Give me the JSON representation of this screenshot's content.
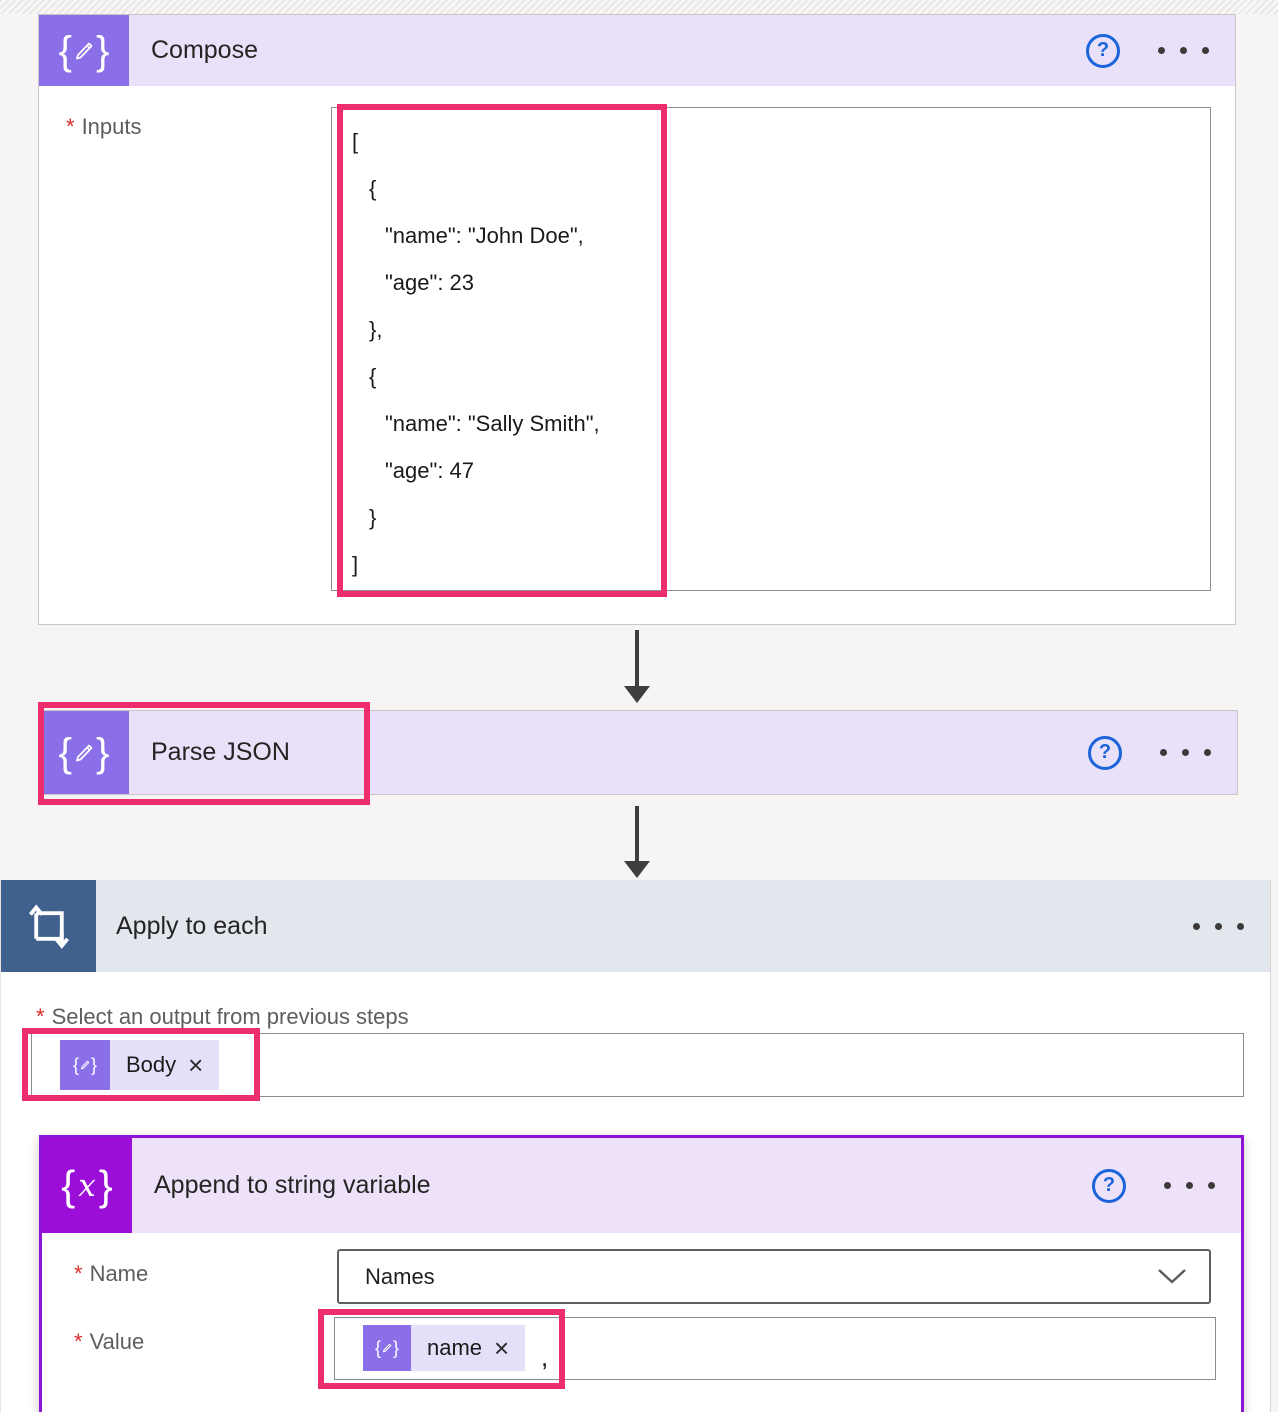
{
  "ui": {
    "required_marker": "*",
    "help_glyph": "?"
  },
  "icons": {
    "brace_open": "{",
    "brace_close": "}",
    "variable_x": "x"
  },
  "compose": {
    "title": "Compose",
    "inputs_label": "Inputs",
    "inputs_json_lines": [
      {
        "text": "["
      },
      {
        "text": "{"
      },
      {
        "text": "\"name\": \"John Doe\","
      },
      {
        "text": "\"age\": 23"
      },
      {
        "text": "},"
      },
      {
        "text": "{"
      },
      {
        "text": "\"name\": \"Sally Smith\","
      },
      {
        "text": "\"age\": 47"
      },
      {
        "text": "}"
      },
      {
        "text": "]"
      }
    ]
  },
  "parse_json": {
    "title": "Parse JSON"
  },
  "apply_to_each": {
    "title": "Apply to each",
    "select_output_label": "Select an output from previous steps",
    "body_token": {
      "label": "Body",
      "close_glyph": "×"
    }
  },
  "append_to_string": {
    "title": "Append to string variable",
    "name_label": "Name",
    "name_value": "Names",
    "value_label": "Value",
    "value_token": {
      "label": "name",
      "close_glyph": "×"
    },
    "value_suffix": ","
  }
}
